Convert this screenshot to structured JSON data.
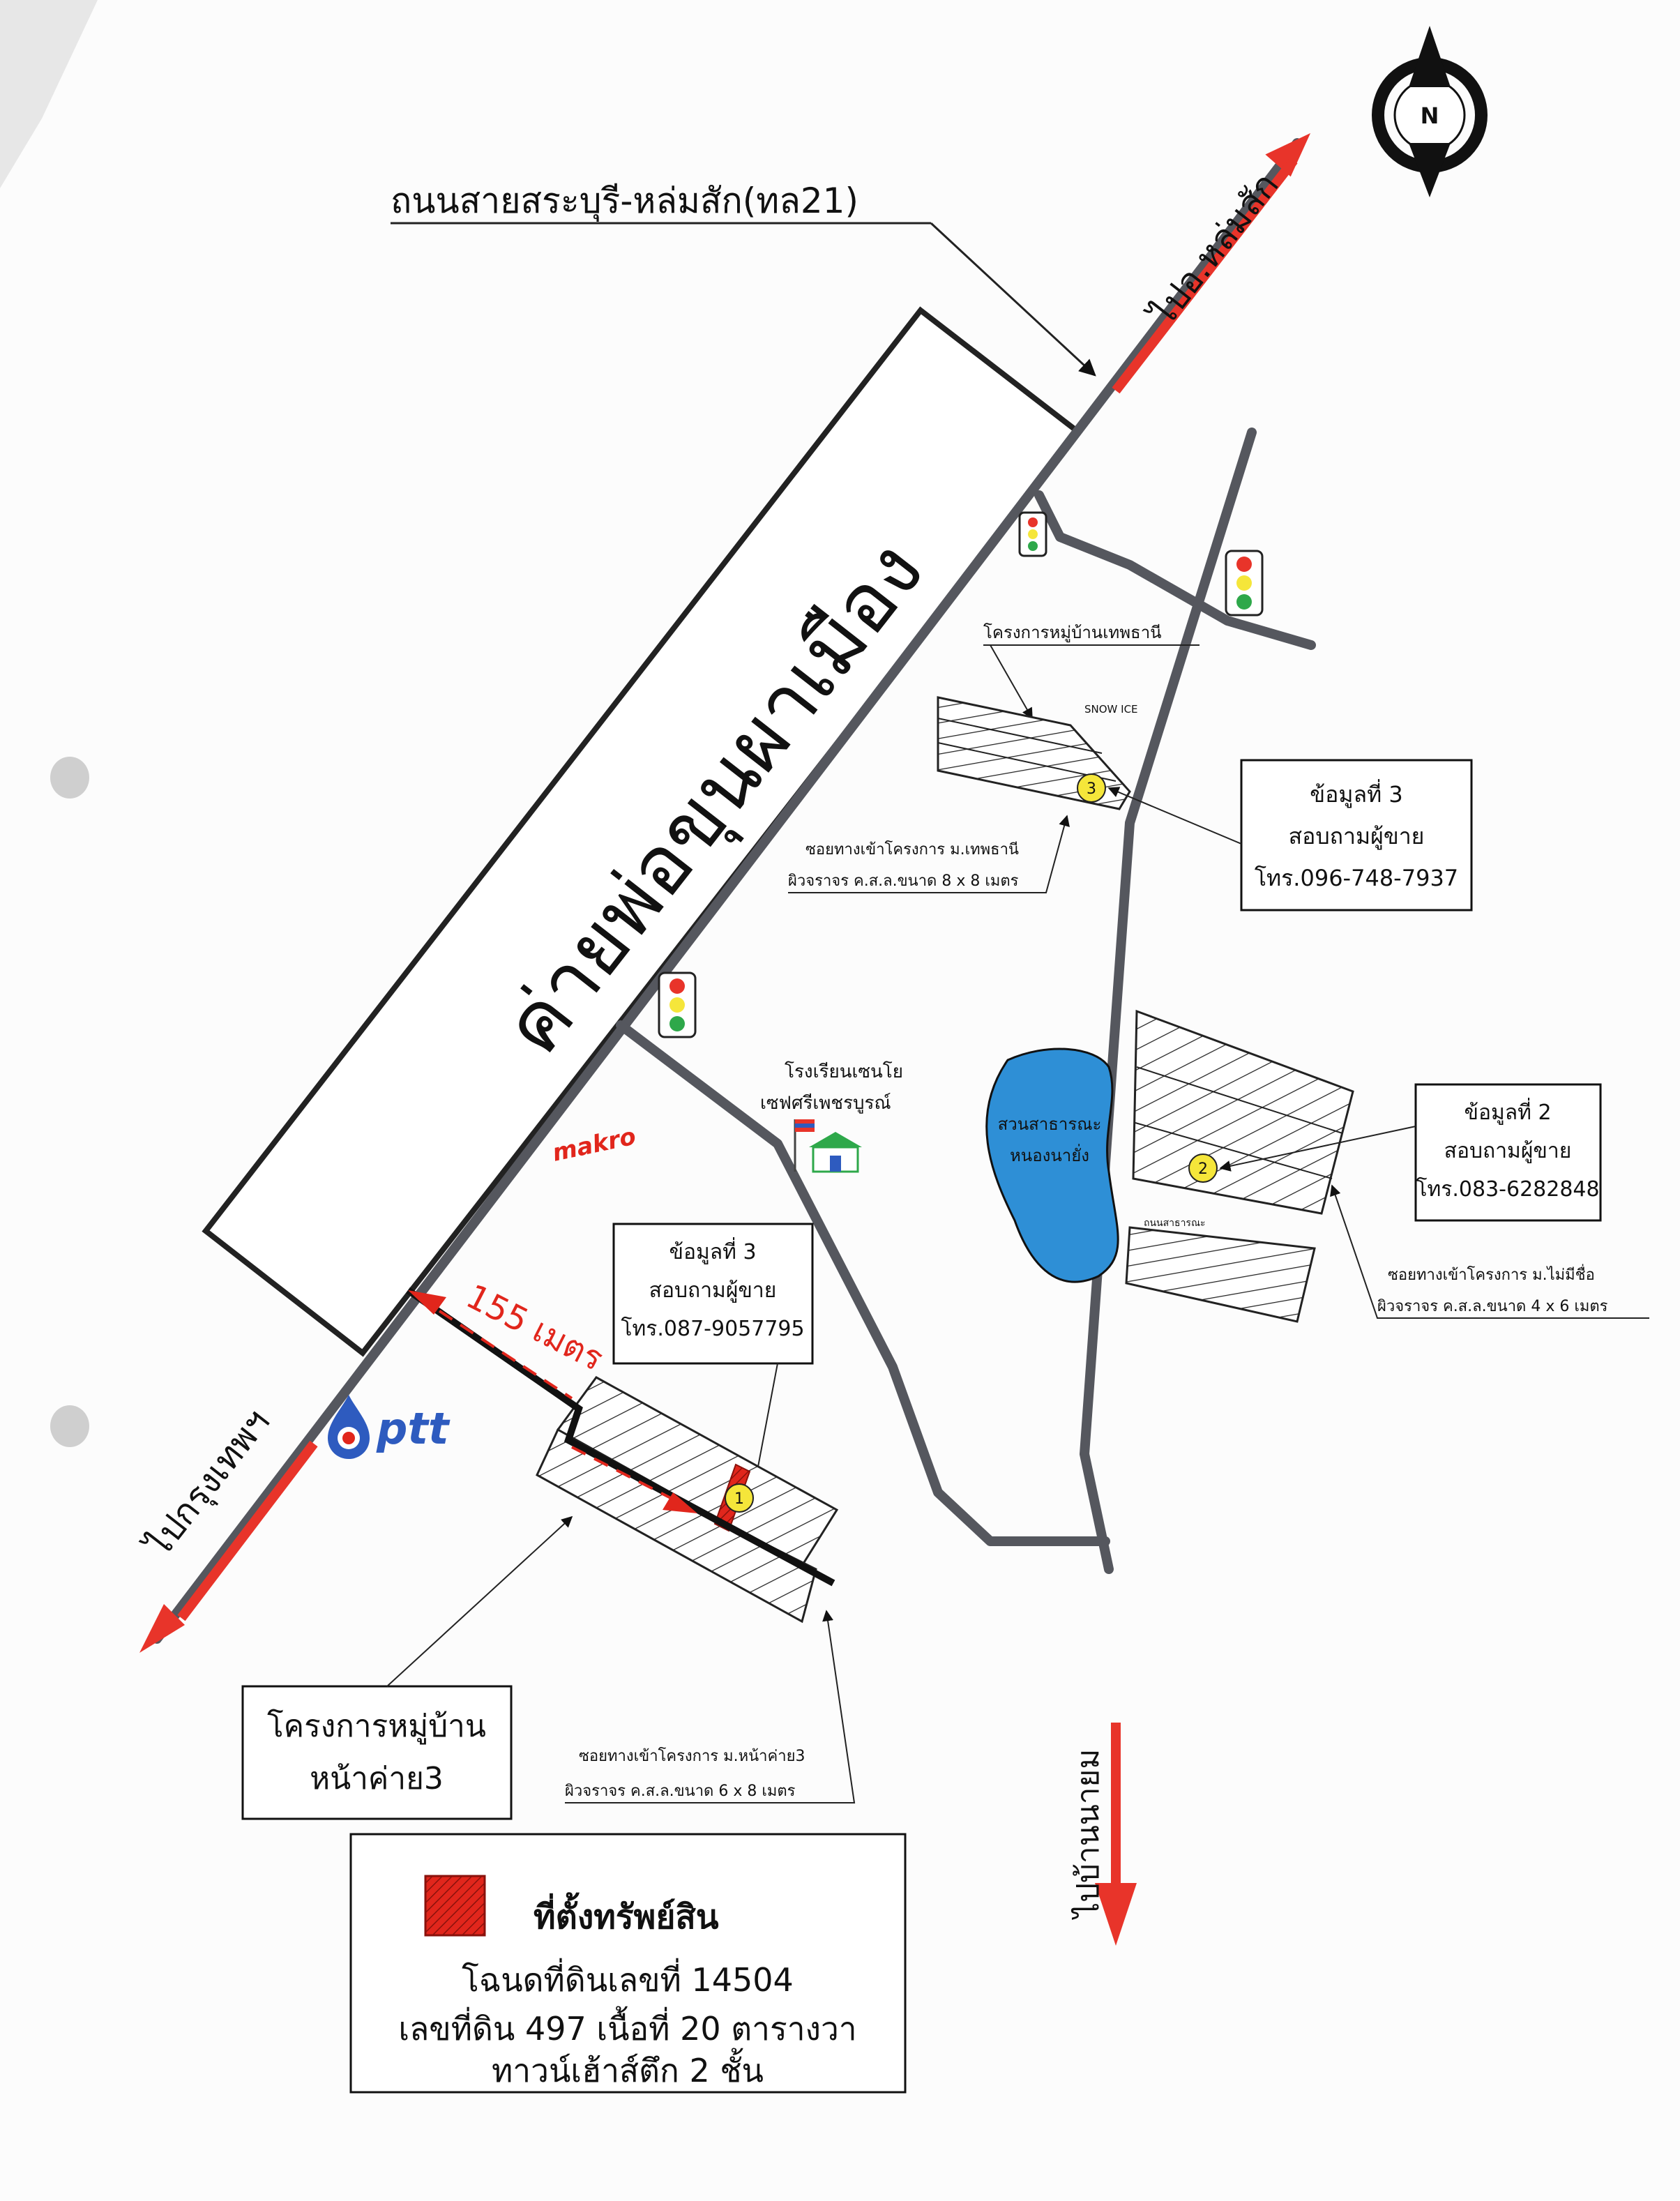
{
  "highway_label": "ถนนสายสระบุรี-หล่มสัก(ทล21)",
  "to_lomsak": "ไปอ.หล่มสัก",
  "to_bangkok": "ไปกรุงเทพฯ",
  "to_ban_nayom": "ไปบ้านนายม",
  "camp_label": "ค่ายพ่อขุนผาเมือง",
  "compass_label": "N",
  "village_tepthani": "โครงการหมู่บ้านเทพธานี",
  "snow_ice": "SNOW ICE",
  "info3_top": {
    "line1": "ข้อมูลที่ 3",
    "line2": "สอบถามผู้ขาย",
    "line3": "โทร.096-748-7937"
  },
  "soi_tepthani": {
    "line1": "ซอยทางเข้าโครงการ ม.เทพธานี",
    "line2": "ผิวจราจร ค.ส.ล.ขนาด 8 x 8 เมตร"
  },
  "school": {
    "line1": "โรงเรียนเซนโย",
    "line2": "เซฟศรีเพชรบูรณ์"
  },
  "makro": "makro",
  "park": {
    "line1": "สวนสาธารณะ",
    "line2": "หนองนายั่ง"
  },
  "info2": {
    "line1": "ข้อมูลที่ 2",
    "line2": "สอบถามผู้ขาย",
    "line3": "โทร.083-6282848"
  },
  "soi_mai_mee_chue": {
    "line1": "ซอยทางเข้าโครงการ ม.ไม่มีชื่อ",
    "line2": "ผิวจราจร ค.ส.ล.ขนาด 4 x 6 เมตร"
  },
  "small_road_label": "ถนนสาธารณะ",
  "info3_bottom": {
    "line1": "ข้อมูลที่ 3",
    "line2": "สอบถามผู้ขาย",
    "line3": "โทร.087-9057795"
  },
  "distance": "155 เมตร",
  "ptt": "ptt",
  "village_nakhai3": {
    "line1": "โครงการหมู่บ้าน",
    "line2": "หน้าค่าย3"
  },
  "soi_nakhai3": {
    "line1": "ซอยทางเข้าโครงการ ม.หน้าค่าย3",
    "line2": "ผิวจราจร ค.ส.ล.ขนาด 6 x 8 เมตร"
  },
  "markers": {
    "m1": "1",
    "m2": "2",
    "m3": "3"
  },
  "legend": {
    "property": "ที่ตั้งทรัพย์สิน",
    "deed": "โฉนดที่ดินเลขที่ 14504",
    "land": "เลขที่ดิน 497 เนื้อที่ 20 ตารางวา",
    "type": "ทาวน์เฮ้าส์ตึก 2 ชั้น"
  },
  "colors": {
    "road": "#55575e",
    "arrow": "#e8342a",
    "lake": "#2e8fd6",
    "marker": "#f5e63a",
    "property": "#e1261c"
  }
}
